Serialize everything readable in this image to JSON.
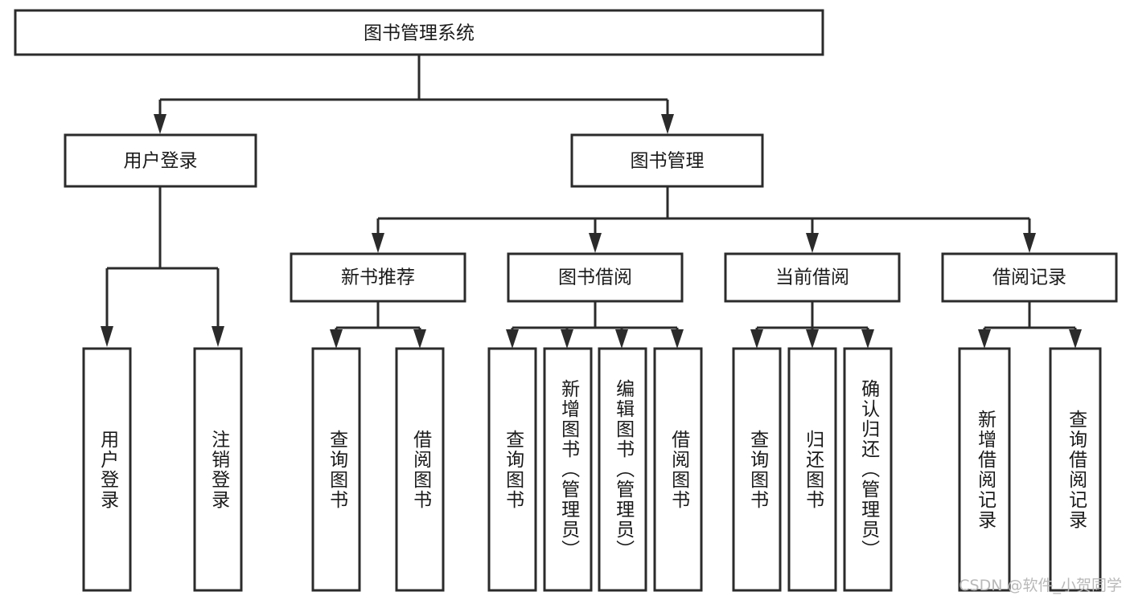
{
  "diagram": {
    "type": "tree-hierarchy",
    "title": "图书管理系统",
    "watermark": "CSDN @软件_小贺同学",
    "colors": {
      "stroke": "#2b2b2b",
      "fill": "#ffffff",
      "text": "#1a1a1a",
      "watermark": "#b9b9b9",
      "background": "#ffffff"
    },
    "root": {
      "label": "图书管理系统",
      "orientation": "horizontal"
    },
    "level1": [
      {
        "label": "用户登录",
        "orientation": "horizontal"
      },
      {
        "label": "图书管理",
        "orientation": "horizontal"
      }
    ],
    "level2": [
      {
        "label": "新书推荐",
        "orientation": "horizontal",
        "parent": "图书管理"
      },
      {
        "label": "图书借阅",
        "orientation": "horizontal",
        "parent": "图书管理"
      },
      {
        "label": "当前借阅",
        "orientation": "horizontal",
        "parent": "图书管理"
      },
      {
        "label": "借阅记录",
        "orientation": "horizontal",
        "parent": "图书管理"
      }
    ],
    "leaves": {
      "用户登录": [
        {
          "label": "用户登录",
          "orientation": "vertical"
        },
        {
          "label": "注销登录",
          "orientation": "vertical"
        }
      ],
      "新书推荐": [
        {
          "label": "查询图书",
          "orientation": "vertical"
        },
        {
          "label": "借阅图书",
          "orientation": "vertical"
        }
      ],
      "图书借阅": [
        {
          "label": "查询图书",
          "orientation": "vertical"
        },
        {
          "label": "新增图书（管理员）",
          "orientation": "vertical"
        },
        {
          "label": "编辑图书（管理员）",
          "orientation": "vertical"
        },
        {
          "label": "借阅图书",
          "orientation": "vertical"
        }
      ],
      "当前借阅": [
        {
          "label": "查询图书",
          "orientation": "vertical"
        },
        {
          "label": "归还图书",
          "orientation": "vertical"
        },
        {
          "label": "确认归还（管理员）",
          "orientation": "vertical"
        }
      ],
      "借阅记录": [
        {
          "label": "新增借阅记录",
          "orientation": "vertical"
        },
        {
          "label": "查询借阅记录",
          "orientation": "vertical"
        }
      ]
    }
  }
}
